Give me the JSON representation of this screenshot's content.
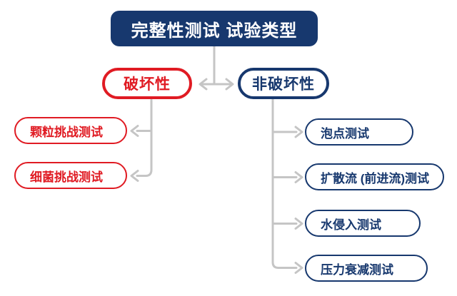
{
  "diagram": {
    "root": {
      "label": "完整性测试 试验类型"
    },
    "destructive": {
      "label": "破坏性",
      "items": [
        {
          "label": "颗粒挑战测试"
        },
        {
          "label": "细菌挑战测试"
        }
      ]
    },
    "non_destructive": {
      "label": "非破坏性",
      "items": [
        {
          "label": "泡点测试"
        },
        {
          "label": "扩散流 (前进流)测试"
        },
        {
          "label": "水侵入测试"
        },
        {
          "label": "压力衰减测试"
        }
      ]
    }
  },
  "colors": {
    "navy": "#17386e",
    "red": "#e01b23",
    "connector_gray": "#c5c5c5",
    "background": "#ffffff",
    "root_text": "#ffffff"
  }
}
